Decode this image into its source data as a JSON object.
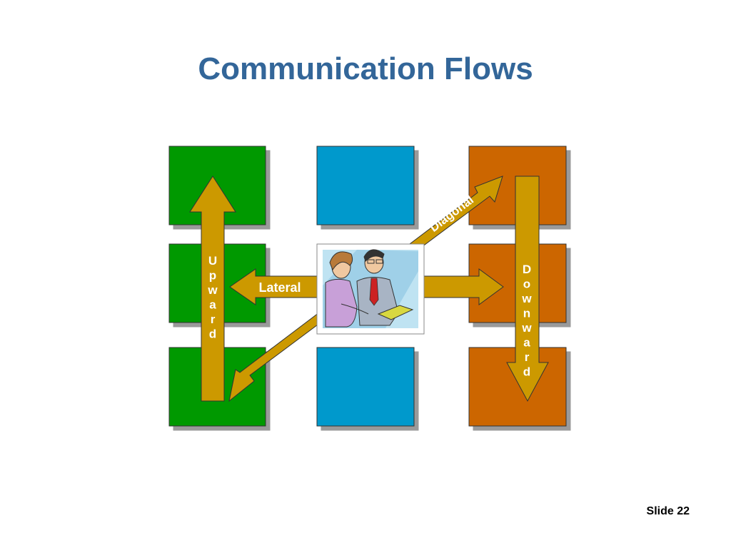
{
  "title": "Communication Flows",
  "colors": {
    "green": "#009900",
    "blue": "#0099CC",
    "orange": "#CC6600",
    "arrow": "#CC9900",
    "title": "#336699"
  },
  "flows": {
    "upward": "Upward",
    "lateral": "Lateral",
    "diagonal": "Diagonal",
    "downward": "Downward"
  },
  "center_image": "two-people-meeting-clipart",
  "slide_number": "Slide 22"
}
